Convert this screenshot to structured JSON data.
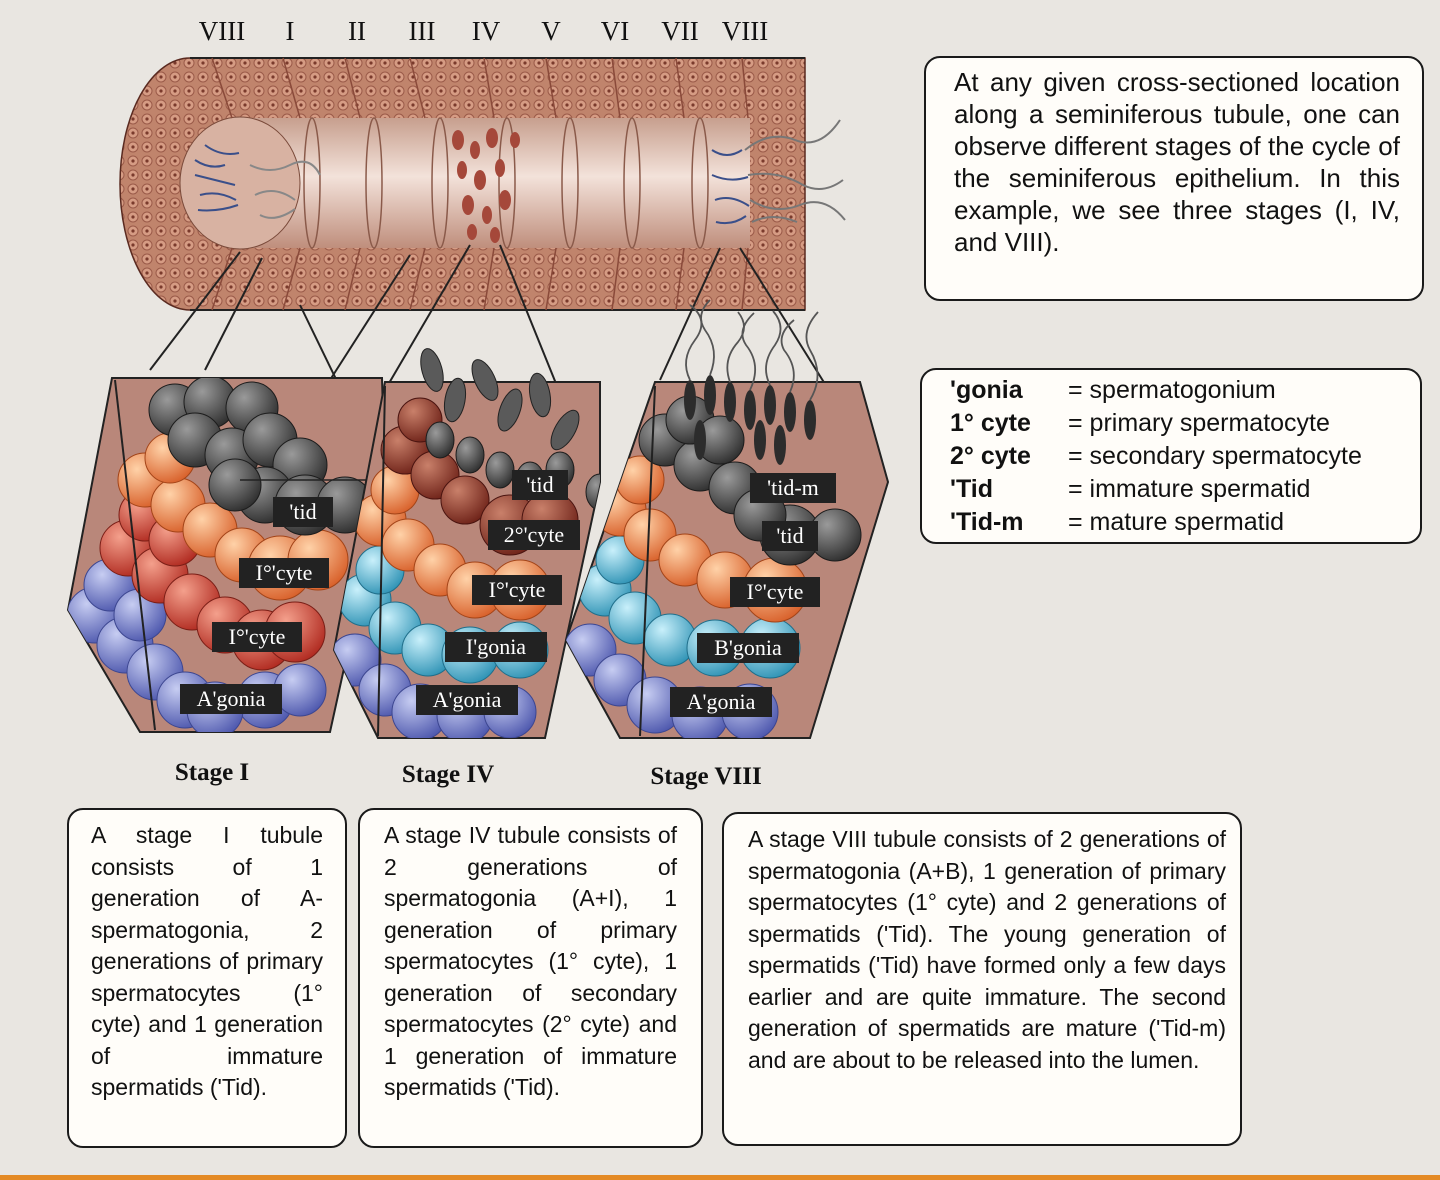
{
  "stage_numerals": [
    "VIII",
    "I",
    "II",
    "III",
    "IV",
    "V",
    "VI",
    "VII",
    "VIII"
  ],
  "intro_text": "At any given cross-sectioned location along a seminiferous tubule, one can observe different stages of the cycle of the seminiferous epithelium. In this example, we see three stages (I, IV, and VIII).",
  "legend": [
    {
      "term": "'gonia",
      "definition": "= spermatogonium"
    },
    {
      "term": "1° cyte",
      "definition": "= primary spermatocyte"
    },
    {
      "term": "2° cyte",
      "definition": "= secondary spermatocyte"
    },
    {
      "term": "'Tid",
      "definition": "= immature spermatid"
    },
    {
      "term": "'Tid-m",
      "definition": "= mature spermatid"
    }
  ],
  "stages": [
    {
      "name": "Stage I",
      "cell_labels": [
        "'tid",
        "I°'cyte",
        "I°'cyte",
        "A'gonia"
      ],
      "caption": "A stage I tubule consists of 1 generation of A-spermatogonia, 2 generations of primary spermatocytes (1° cyte) and 1 generation of immature spermatids ('Tid)."
    },
    {
      "name": "Stage IV",
      "cell_labels": [
        "'tid",
        "2°'cyte",
        "I°'cyte",
        "I'gonia",
        "A'gonia"
      ],
      "caption": "A stage IV tubule consists of 2 generations of spermatogonia (A+I), 1 generation of primary spermatocytes (1° cyte), 1 generation of secondary spermatocytes (2° cyte) and 1 generation of immature spermatids ('Tid)."
    },
    {
      "name": "Stage VIII",
      "cell_labels": [
        "'tid-m",
        "'tid",
        "I°'cyte",
        "B'gonia",
        "A'gonia"
      ],
      "caption": "A stage VIII tubule consists of 2 generations of spermatogonia (A+B), 1 generation of primary spermatocytes (1° cyte) and 2 generations of spermatids ('Tid). The young generation of spermatids ('Tid) have formed only a few days earlier and are quite immature. The second generation of spermatids are mature ('Tid-m) and are about to be released into the lumen."
    }
  ],
  "colors": {
    "tubule_wall": "#b57b66",
    "lumen": "#ead3c8",
    "spermatid": "#4a4a4a",
    "primary_spermatocyte": "#e8793a",
    "secondary_spermatocyte": "#8a2c20",
    "a_spermatogonia": "#6a73c4",
    "intermediate_spermatogonia": "#4aa7c4",
    "caption_border": "#1a1a1a",
    "bottom_rule": "#e48a24"
  }
}
